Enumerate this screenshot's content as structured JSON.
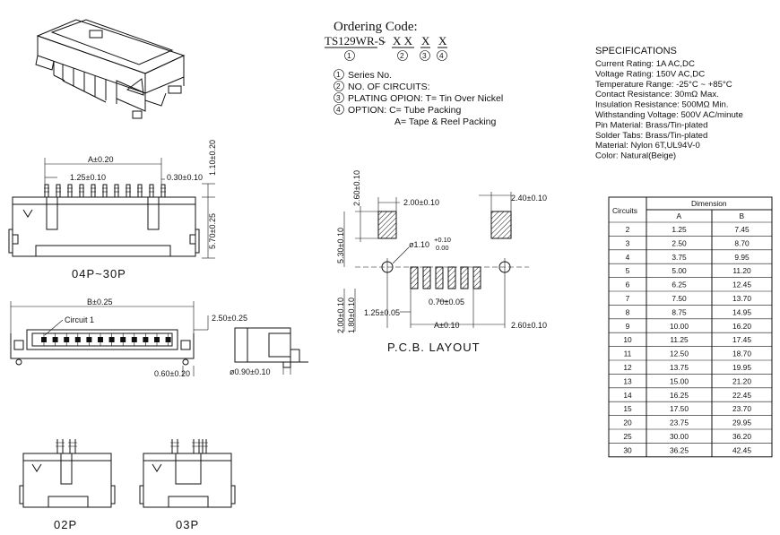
{
  "ordering": {
    "title": "Ordering Code:",
    "code_prefix": "TS129WR-S",
    "code_dash1": "-",
    "code_xx": "X X",
    "code_x3": "X",
    "code_x4": "X",
    "n1": "1",
    "n2": "2",
    "n3": "3",
    "n4": "4",
    "notes": [
      {
        "num": "1",
        "text": "Series  No."
      },
      {
        "num": "2",
        "text": "NO.  OF  CIRCUITS:"
      },
      {
        "num": "3",
        "text": "PLATING  OPION:  T=  Tin  Over  Nickel"
      },
      {
        "num": "4",
        "text": "OPTION:  C=  Tube  Packing"
      }
    ],
    "note_extra": "A=  Tape  &  Reel  Packing"
  },
  "specs": {
    "heading": "SPECIFICATIONS",
    "lines": [
      "Current  Rating:  1A  AC,DC",
      "Voltage  Rating:  150V  AC,DC",
      "Temperature  Range:  -25°C  ~  +85°C",
      "Contact  Resistance:  30mΩ  Max.",
      "Insulation  Resistance:  500MΩ  Min.",
      "Withstanding  Voltage:  500V  AC/minute",
      "Pin  Material:  Brass/Tin-plated",
      "Solder  Tabs:  Brass/Tin-plated",
      "Material:  Nylon  6T,UL94V-0",
      "Color:  Natural(Beige)"
    ]
  },
  "table": {
    "col_circuits": "Circuits",
    "col_dimension": "Dimension",
    "col_a": "A",
    "col_b": "B",
    "rows": [
      [
        "2",
        "1.25",
        "7.45"
      ],
      [
        "3",
        "2.50",
        "8.70"
      ],
      [
        "4",
        "3.75",
        "9.95"
      ],
      [
        "5",
        "5.00",
        "11.20"
      ],
      [
        "6",
        "6.25",
        "12.45"
      ],
      [
        "7",
        "7.50",
        "13.70"
      ],
      [
        "8",
        "8.75",
        "14.95"
      ],
      [
        "9",
        "10.00",
        "16.20"
      ],
      [
        "10",
        "11.25",
        "17.45"
      ],
      [
        "11",
        "12.50",
        "18.70"
      ],
      [
        "12",
        "13.75",
        "19.95"
      ],
      [
        "13",
        "15.00",
        "21.20"
      ],
      [
        "14",
        "16.25",
        "22.45"
      ],
      [
        "15",
        "17.50",
        "23.70"
      ],
      [
        "20",
        "23.75",
        "29.95"
      ],
      [
        "25",
        "30.00",
        "36.20"
      ],
      [
        "30",
        "36.25",
        "42.45"
      ]
    ]
  },
  "front_view": {
    "dim_a": "A±0.20",
    "dim_pitch": "1.25±0.10",
    "dim_pin": "0.30±0.10",
    "dim_top": "1.10±0.20",
    "dim_height": "5.70±0.25",
    "label": "04P~30P"
  },
  "top_view": {
    "dim_b": "B±0.25",
    "circuit_label": "Circuit  1",
    "dim_side": "2.50±0.25",
    "dim_tab": "0.60±0.20",
    "dim_hole": "ø0.90±0.10"
  },
  "pcb": {
    "dim_pad_w": "2.00±0.10",
    "dim_pad_w2": "2.40±0.10",
    "dim_pad_h": "2.60±0.10",
    "dim_vert": "5.30±0.10",
    "dim_hole": "ø1.10",
    "dim_hole_tol_plus": "+0.10",
    "dim_hole_tol_minus": "0.00",
    "dim_pin_w": "0.70±0.05",
    "dim_pitch": "1.25±0.05",
    "dim_a": "A±0.10",
    "dim_edge": "2.60±0.10",
    "dim_bot1": "2.00±0.10",
    "dim_bot2": "1.80±0.10",
    "label": "P.C.B.  LAYOUT"
  },
  "small_views": {
    "label_02": "02P",
    "label_03": "03P"
  }
}
